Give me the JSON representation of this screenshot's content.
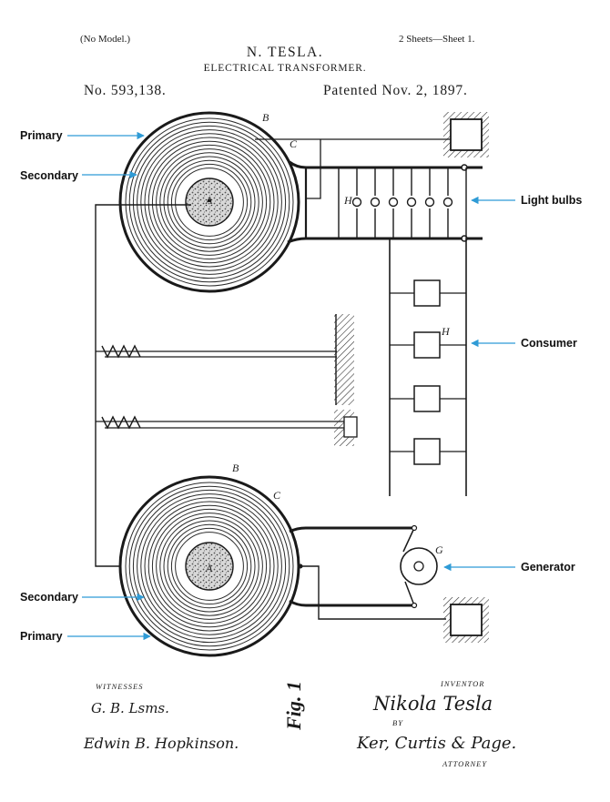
{
  "header": {
    "no_model": "(No Model.)",
    "sheets": "2 Sheets—Sheet 1.",
    "inventor_name": "N. TESLA.",
    "title": "ELECTRICAL TRANSFORMER.",
    "patent_number": "No. 593,138.",
    "patented_date": "Patented Nov. 2, 1897."
  },
  "annotations": {
    "primary_top": "Primary",
    "secondary_top": "Secondary",
    "light_bulbs": "Light bulbs",
    "consumer": "Consumer",
    "generator": "Generator",
    "secondary_bottom": "Secondary",
    "primary_bottom": "Primary",
    "arrow_color": "#2f9bd6"
  },
  "reference_letters": {
    "top_b": "B",
    "top_c": "C",
    "top_a": "A",
    "bulbs_h": "H",
    "consumer_h": "H",
    "bottom_b": "B",
    "bottom_c": "C",
    "bottom_a": "A",
    "generator_g": "G"
  },
  "figure_label": "Fig. 1",
  "footer": {
    "witnesses_label": "WITNESSES",
    "witness_1": "G. B. Lsms.",
    "witness_2": "Edwin B. Hopkinson.",
    "inventor_label": "INVENTOR",
    "inventor_signature": "Nikola Tesla",
    "by_label": "BY",
    "attorney_signature": "Ker, Curtis & Page.",
    "attorney_label": "ATTORNEY"
  }
}
